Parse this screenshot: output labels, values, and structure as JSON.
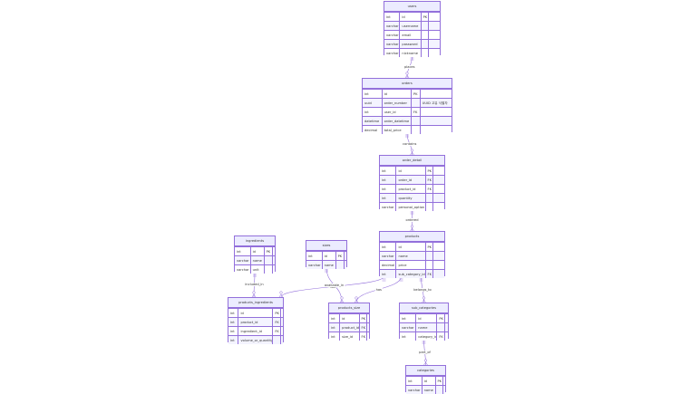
{
  "entities": [
    {
      "id": "users",
      "title": "users",
      "rows": [
        [
          "int",
          "id",
          "PK",
          ""
        ],
        [
          "varchar",
          "username",
          "",
          ""
        ],
        [
          "varchar",
          "email",
          "",
          ""
        ],
        [
          "varchar",
          "password",
          "",
          ""
        ],
        [
          "varchar",
          "nickname",
          "",
          ""
        ]
      ]
    },
    {
      "id": "orders",
      "title": "orders",
      "rows": [
        [
          "int",
          "id",
          "PK",
          ""
        ],
        [
          "uuid",
          "order_number",
          "",
          "UUID 고유 식별자"
        ],
        [
          "int",
          "user_id",
          "FK",
          ""
        ],
        [
          "datetime",
          "order_datetime",
          "",
          ""
        ],
        [
          "decimal",
          "total_price",
          "",
          ""
        ]
      ]
    },
    {
      "id": "order_detail",
      "title": "order_detail",
      "rows": [
        [
          "int",
          "id",
          "PK",
          ""
        ],
        [
          "int",
          "order_id",
          "FK",
          ""
        ],
        [
          "int",
          "product_id",
          "FK",
          ""
        ],
        [
          "int",
          "quantity",
          "",
          ""
        ],
        [
          "varchar",
          "personal_option",
          "",
          ""
        ]
      ]
    },
    {
      "id": "products",
      "title": "products",
      "rows": [
        [
          "int",
          "id",
          "PK",
          ""
        ],
        [
          "varchar",
          "name",
          "",
          ""
        ],
        [
          "decimal",
          "price",
          "",
          ""
        ],
        [
          "int",
          "sub_category_id",
          "FK",
          ""
        ]
      ]
    },
    {
      "id": "ingredients",
      "title": "ingredients",
      "rows": [
        [
          "int",
          "id",
          "PK",
          ""
        ],
        [
          "varchar",
          "name",
          "",
          ""
        ],
        [
          "varchar",
          "unit",
          "",
          ""
        ]
      ]
    },
    {
      "id": "sizes",
      "title": "sizes",
      "rows": [
        [
          "int",
          "id",
          "PK",
          ""
        ],
        [
          "varchar",
          "name",
          "",
          ""
        ]
      ]
    },
    {
      "id": "products_ingredients",
      "title": "products_ingredients",
      "rows": [
        [
          "int",
          "id",
          "PK",
          ""
        ],
        [
          "int",
          "product_id",
          "FK",
          ""
        ],
        [
          "int",
          "ingredient_id",
          "FK",
          ""
        ],
        [
          "int",
          "volume_or_quantity",
          "",
          ""
        ]
      ]
    },
    {
      "id": "products_size",
      "title": "products_size",
      "rows": [
        [
          "int",
          "id",
          "PK",
          ""
        ],
        [
          "int",
          "product_id",
          "FK",
          ""
        ],
        [
          "int",
          "size_id",
          "FK",
          ""
        ]
      ]
    },
    {
      "id": "sub_categories",
      "title": "sub_categories",
      "rows": [
        [
          "int",
          "id",
          "PK",
          ""
        ],
        [
          "varchar",
          "name",
          "",
          ""
        ],
        [
          "int",
          "category_id",
          "FK",
          ""
        ]
      ]
    },
    {
      "id": "categories",
      "title": "categories",
      "rows": [
        [
          "int",
          "id",
          "PK",
          ""
        ],
        [
          "varchar",
          "name",
          "",
          ""
        ]
      ]
    }
  ],
  "relationships": [
    {
      "from": "users",
      "to": "orders",
      "label": "places"
    },
    {
      "from": "orders",
      "to": "order_detail",
      "label": "contains"
    },
    {
      "from": "order_detail",
      "to": "products",
      "label": "ordered"
    },
    {
      "from": "products",
      "to": "products_ingredients",
      "label": "has"
    },
    {
      "from": "ingredients",
      "to": "products_ingredients",
      "label": "included_in"
    },
    {
      "from": "sizes",
      "to": "products_size",
      "label": "available_in"
    },
    {
      "from": "products",
      "to": "products_size",
      "label": "has"
    },
    {
      "from": "products",
      "to": "sub_categories",
      "label": "belongs_to"
    },
    {
      "from": "sub_categories",
      "to": "categories",
      "label": "part_of"
    }
  ],
  "colors": {
    "entity_fill": "#ececff",
    "entity_border": "#9370db",
    "row_alt": "#f4f4ff",
    "line": "#9370db",
    "text": "#333333"
  }
}
